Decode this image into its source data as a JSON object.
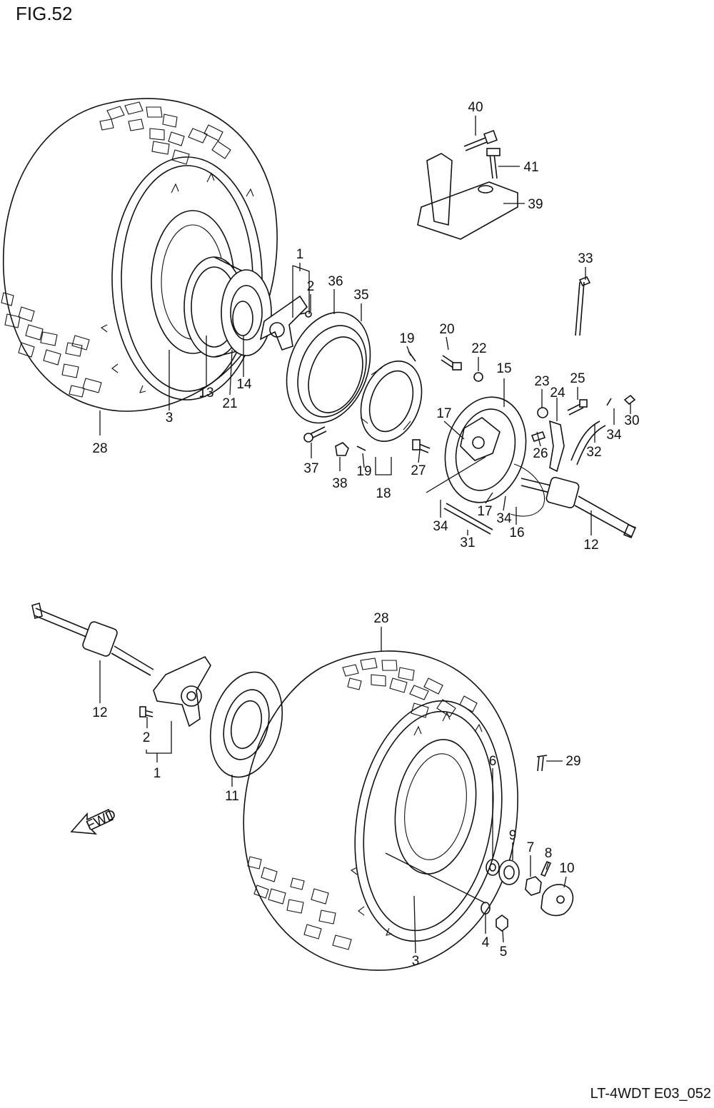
{
  "figure": {
    "title": "FIG.52",
    "code": "LT-4WDT E03_052",
    "fwd_label": "FWD"
  },
  "callouts": [
    {
      "id": "c40",
      "text": "40"
    },
    {
      "id": "c41",
      "text": "41"
    },
    {
      "id": "c39",
      "text": "39"
    },
    {
      "id": "c33",
      "text": "33"
    },
    {
      "id": "c1a",
      "text": "1"
    },
    {
      "id": "c2a",
      "text": "2"
    },
    {
      "id": "c36",
      "text": "36"
    },
    {
      "id": "c35",
      "text": "35"
    },
    {
      "id": "c19a",
      "text": "19"
    },
    {
      "id": "c20",
      "text": "20"
    },
    {
      "id": "c22",
      "text": "22"
    },
    {
      "id": "c15",
      "text": "15"
    },
    {
      "id": "c23",
      "text": "23"
    },
    {
      "id": "c25",
      "text": "25"
    },
    {
      "id": "c24",
      "text": "24"
    },
    {
      "id": "c30",
      "text": "30"
    },
    {
      "id": "c34a",
      "text": "34"
    },
    {
      "id": "c32",
      "text": "32"
    },
    {
      "id": "c26",
      "text": "26"
    },
    {
      "id": "c17a",
      "text": "17"
    },
    {
      "id": "c3a",
      "text": "3"
    },
    {
      "id": "c13",
      "text": "13"
    },
    {
      "id": "c21",
      "text": "21"
    },
    {
      "id": "c14",
      "text": "14"
    },
    {
      "id": "c28a",
      "text": "28"
    },
    {
      "id": "c37",
      "text": "37"
    },
    {
      "id": "c38",
      "text": "38"
    },
    {
      "id": "c19b",
      "text": "19"
    },
    {
      "id": "c18",
      "text": "18"
    },
    {
      "id": "c27",
      "text": "27"
    },
    {
      "id": "c17b",
      "text": "17"
    },
    {
      "id": "c34b",
      "text": "34"
    },
    {
      "id": "c34c",
      "text": "34"
    },
    {
      "id": "c31",
      "text": "31"
    },
    {
      "id": "c16",
      "text": "16"
    },
    {
      "id": "c12a",
      "text": "12"
    },
    {
      "id": "c28b",
      "text": "28"
    },
    {
      "id": "c12b",
      "text": "12"
    },
    {
      "id": "c2b",
      "text": "2"
    },
    {
      "id": "c1b",
      "text": "1"
    },
    {
      "id": "c11",
      "text": "11"
    },
    {
      "id": "c29",
      "text": "29"
    },
    {
      "id": "c6",
      "text": "6"
    },
    {
      "id": "c9",
      "text": "9"
    },
    {
      "id": "c7",
      "text": "7"
    },
    {
      "id": "c8",
      "text": "8"
    },
    {
      "id": "c10",
      "text": "10"
    },
    {
      "id": "c4",
      "text": "4"
    },
    {
      "id": "c5",
      "text": "5"
    },
    {
      "id": "c3b",
      "text": "3"
    }
  ]
}
